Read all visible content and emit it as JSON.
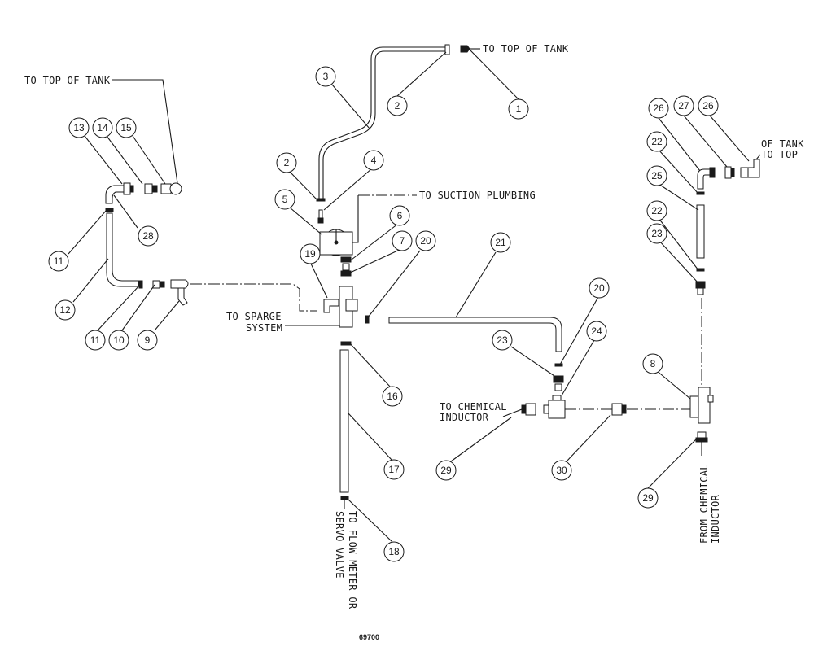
{
  "labels": {
    "to_top_tank_top": "TO TOP OF TANK",
    "to_top_tank_left": "TO TOP OF TANK",
    "to_suction": "TO SUCTION PLUMBING",
    "to_sparge_1": "TO SPARGE",
    "to_sparge_2": "SYSTEM",
    "to_chem_ind_1": "TO CHEMICAL",
    "to_chem_ind_2": "INDUCTOR",
    "of_tank": "OF TANK",
    "to_top_right": "TO TOP",
    "flow_meter_1": "TO FLOW METER OR",
    "flow_meter_2": "SERVO VALVE",
    "from_chem_1": "FROM CHEMICAL",
    "from_chem_2": "INDUCTOR"
  },
  "figure_number": "69700",
  "callouts": {
    "c1": "1",
    "c2a": "2",
    "c2b": "2",
    "c3": "3",
    "c4": "4",
    "c5": "5",
    "c6": "6",
    "c7": "7",
    "c8": "8",
    "c9": "9",
    "c10": "10",
    "c11a": "11",
    "c11b": "11",
    "c12": "12",
    "c13": "13",
    "c14": "14",
    "c15": "15",
    "c16": "16",
    "c17": "17",
    "c18": "18",
    "c19": "19",
    "c20a": "20",
    "c20b": "20",
    "c21": "21",
    "c22a": "22",
    "c22b": "22",
    "c23a": "23",
    "c23b": "23",
    "c24": "24",
    "c25": "25",
    "c26a": "26",
    "c26b": "26",
    "c27": "27",
    "c28": "28",
    "c29a": "29",
    "c29b": "29",
    "c30": "30"
  }
}
